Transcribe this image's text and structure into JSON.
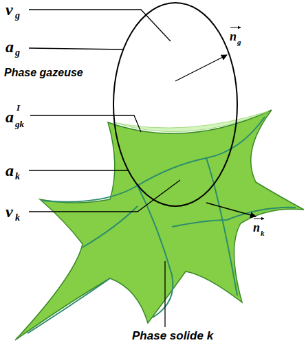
{
  "diagram": {
    "labels": [
      "v",
      "g",
      "a",
      "g",
      "Phase gazeuse",
      "a",
      "I",
      "gk",
      "a",
      "k",
      "v",
      "k",
      "n",
      "g",
      "n",
      "k",
      "Phase solide k"
    ]
  }
}
